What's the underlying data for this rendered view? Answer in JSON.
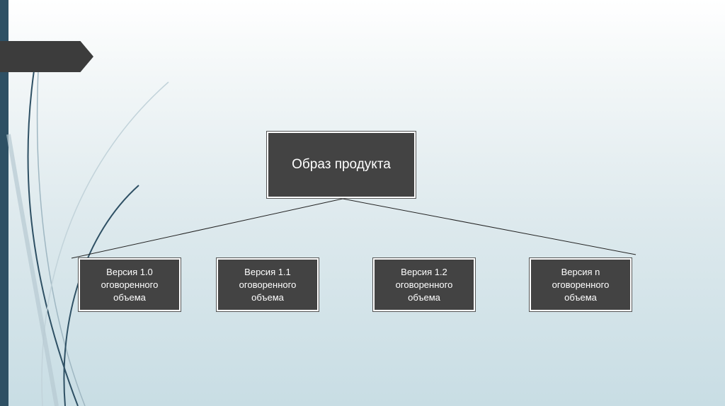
{
  "diagram": {
    "root": {
      "label": "Образ продукта"
    },
    "children": [
      {
        "label": "Версия 1.0\nоговоренного\nобъема"
      },
      {
        "label": "Версия 1.1\nоговоренного\nобъема"
      },
      {
        "label": "Версия 1.2\nоговоренного\nобъема"
      },
      {
        "label": "Версия n\nоговоренного\nобъема"
      }
    ]
  },
  "colors": {
    "accent_bar": "#2e5064",
    "node_fill": "#434343",
    "node_text": "#ffffff",
    "connector": "#222222"
  }
}
